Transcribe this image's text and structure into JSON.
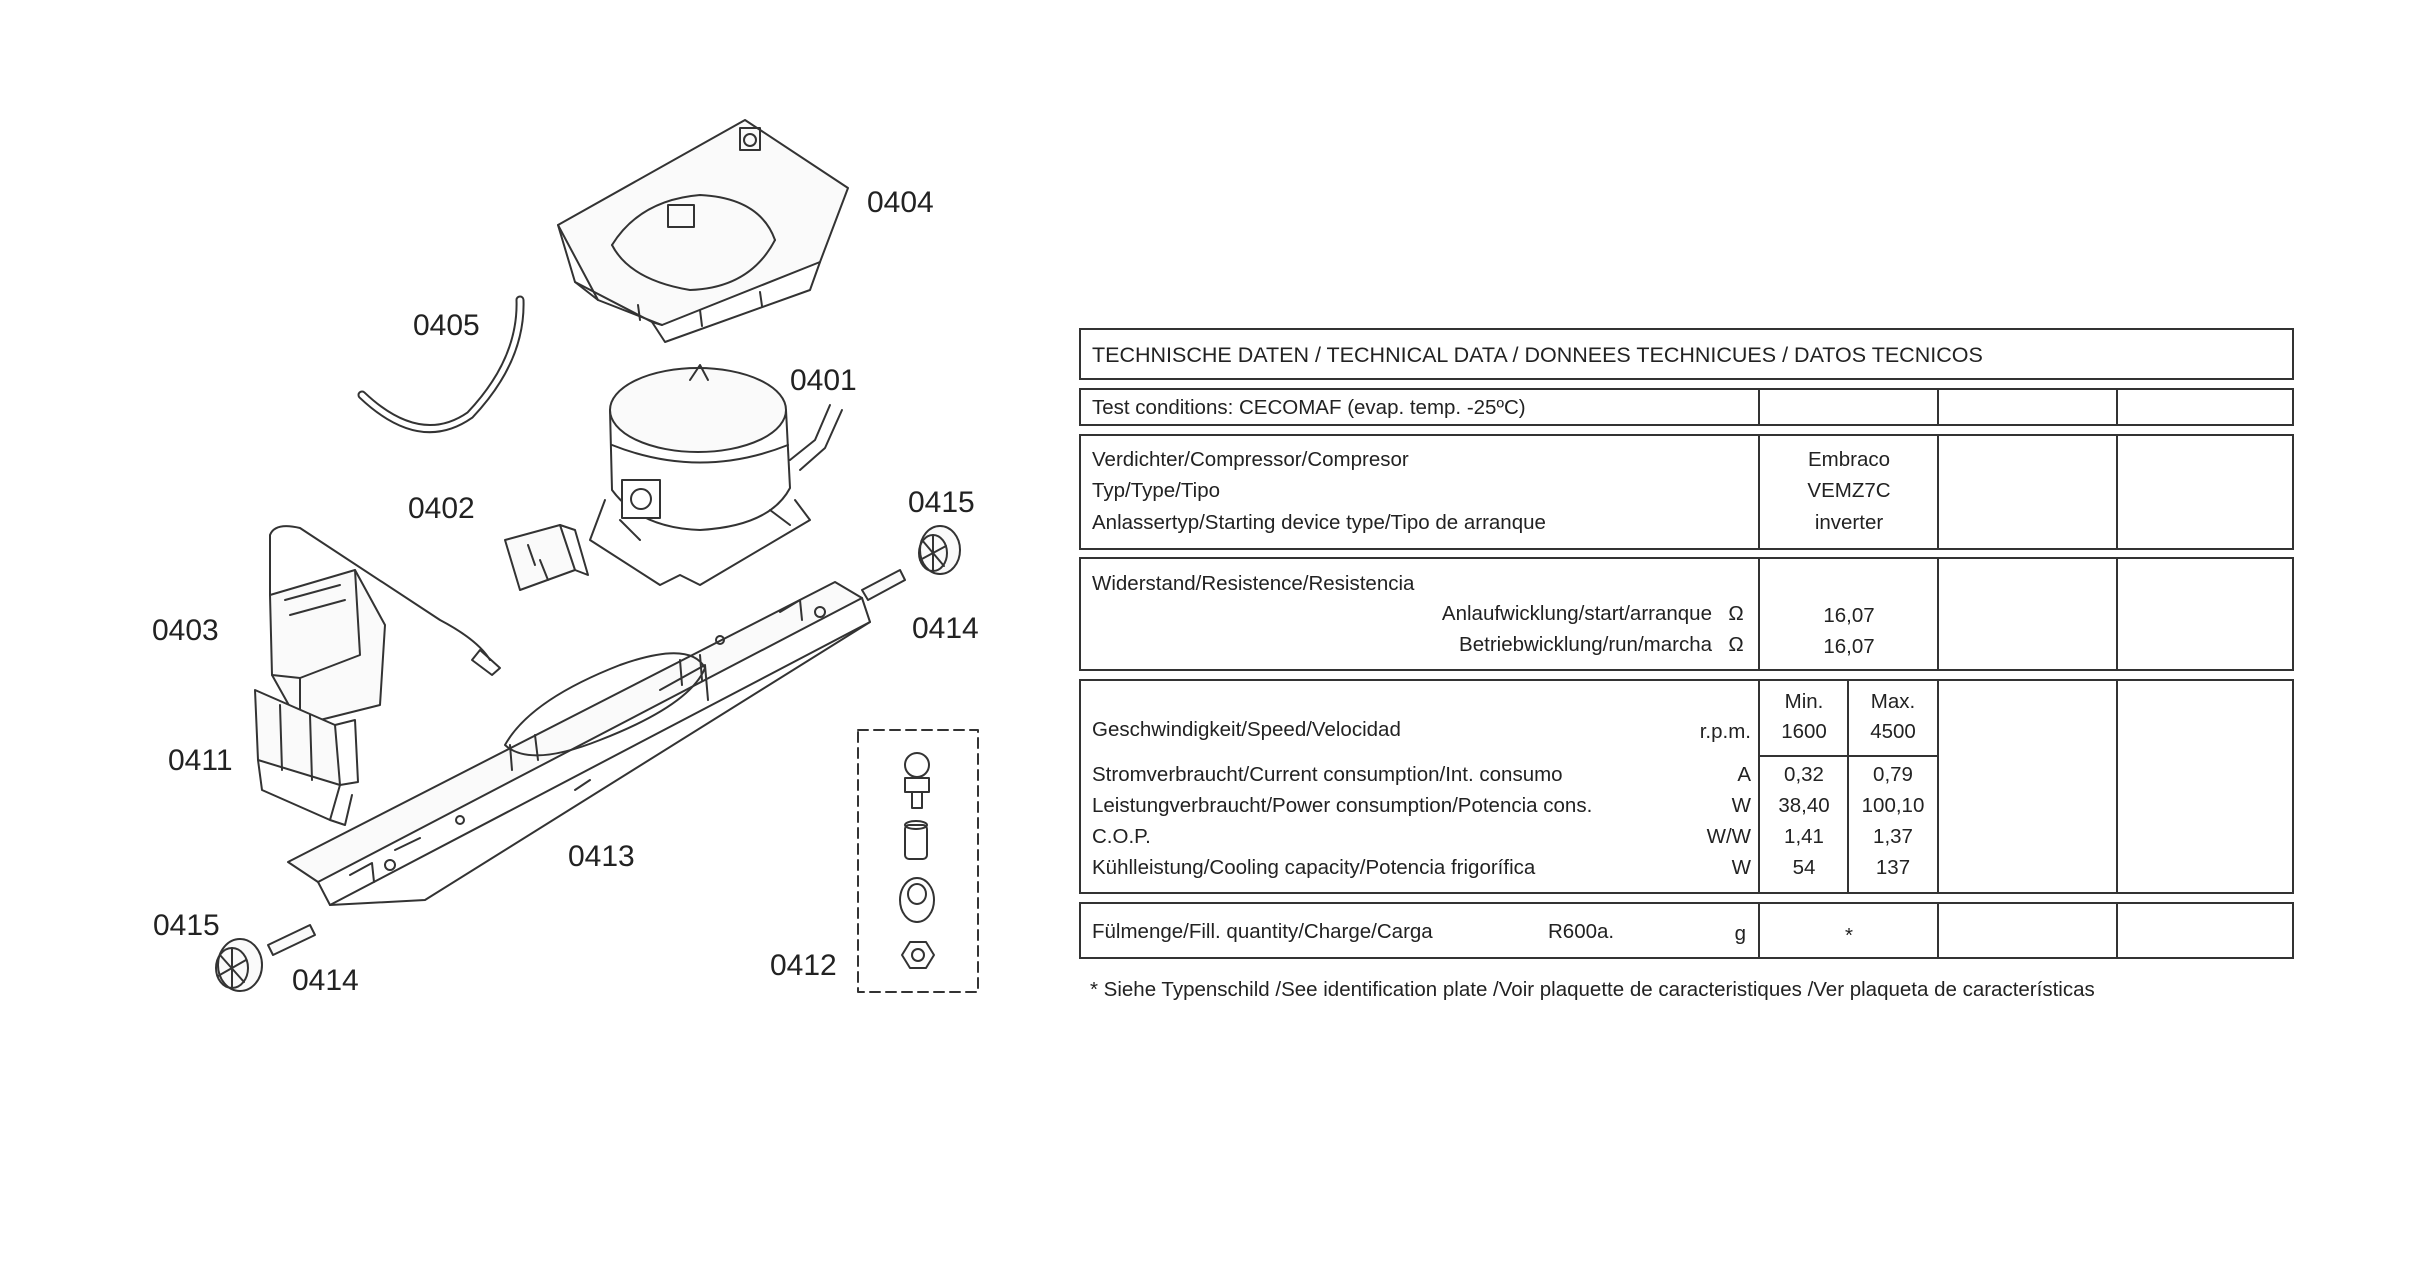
{
  "parts": {
    "p0404": "0404",
    "p0405": "0405",
    "p0401": "0401",
    "p0402": "0402",
    "p0415a": "0415",
    "p0403": "0403",
    "p0414a": "0414",
    "p0411": "0411",
    "p0413": "0413",
    "p0415b": "0415",
    "p0414b": "0414",
    "p0412": "0412"
  },
  "table": {
    "title": "TECHNISCHE DATEN / TECHNICAL DATA / DONNEES TECHNICUES / DATOS TECNICOS",
    "test_conditions": "Test conditions:  CECOMAF (evap. temp. -25ºC)",
    "compressor": {
      "label1": "Verdichter/Compressor/Compresor",
      "label2": "Typ/Type/Tipo",
      "label3": "Anlassertyp/Starting device type/Tipo de arranque",
      "value1": "Embraco",
      "value2": "VEMZ7C",
      "value3": "inverter"
    },
    "resistance": {
      "heading": "Widerstand/Resistence/Resistencia",
      "start_label": "Anlaufwicklung/start/arranque",
      "run_label": "Betriebwicklung/run/marcha",
      "unit": "Ω",
      "start_value": "16,07",
      "run_value": "16,07"
    },
    "performance": {
      "min_header": "Min.",
      "max_header": "Max.",
      "speed_label": "Geschwindigkeit/Speed/Velocidad",
      "speed_unit": "r.p.m.",
      "speed_min": "1600",
      "speed_max": "4500",
      "current_label": "Stromverbraucht/Current consumption/Int. consumo",
      "current_unit": "A",
      "current_min": "0,32",
      "current_max": "0,79",
      "power_label": "Leistungverbraucht/Power consumption/Potencia cons.",
      "power_unit": "W",
      "power_min": "38,40",
      "power_max": "100,10",
      "cop_label": "C.O.P.",
      "cop_unit": "W/W",
      "cop_min": "1,41",
      "cop_max": "1,37",
      "cooling_label": "Kühlleistung/Cooling capacity/Potencia frigorífica",
      "cooling_unit": "W",
      "cooling_min": "54",
      "cooling_max": "137"
    },
    "fill": {
      "label": "Fülmenge/Fill. quantity/Charge/Carga",
      "refrigerant": "R600a.",
      "unit": "g",
      "value": "*"
    },
    "footnote": "* Siehe Typenschild /See identification plate /Voir plaquette de caracteristiques /Ver plaqueta de características"
  }
}
